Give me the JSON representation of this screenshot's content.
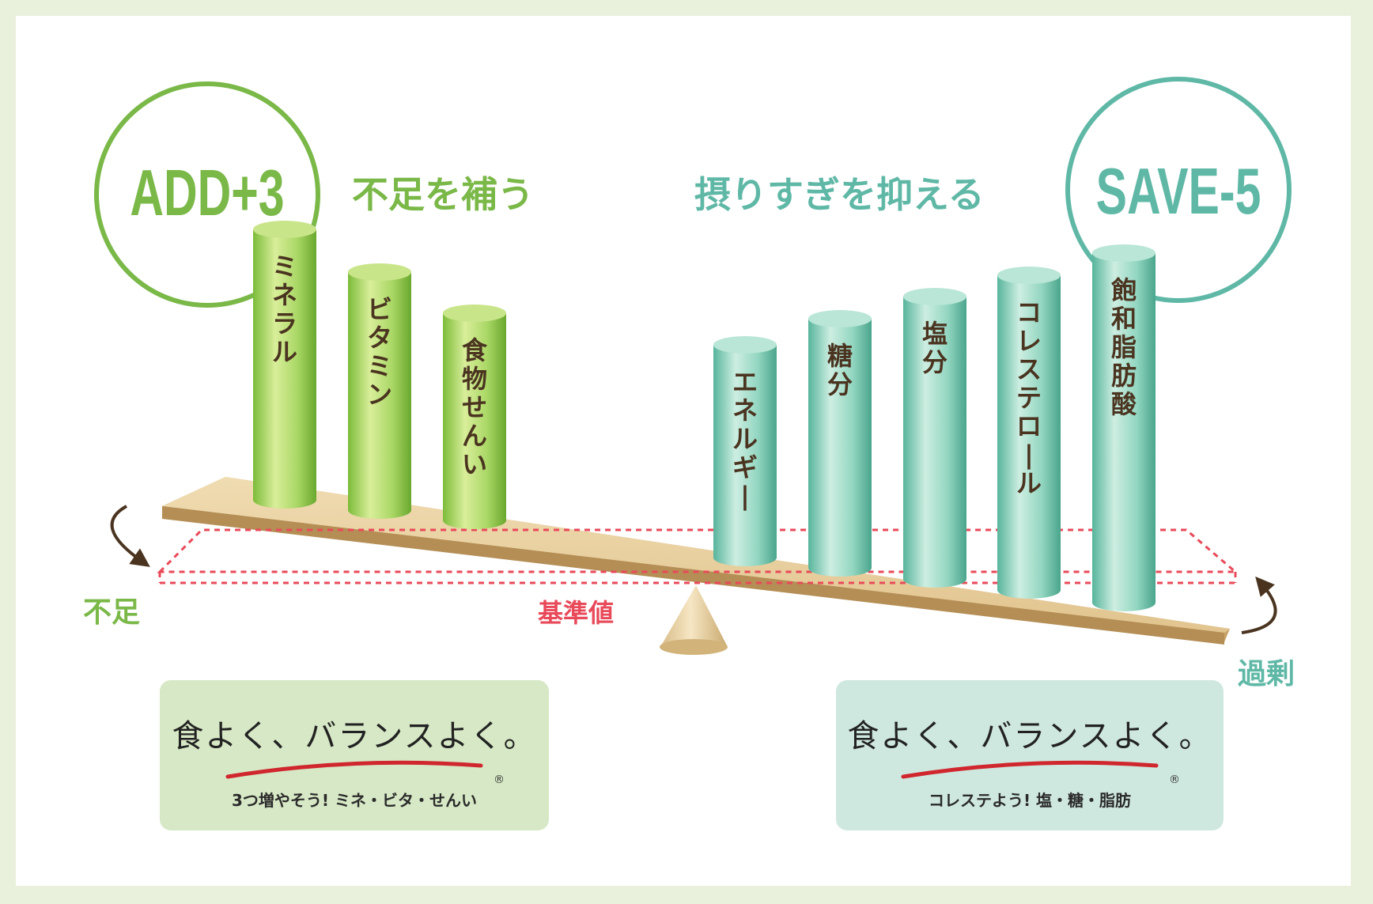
{
  "add_badge": {
    "label": "ADD+3",
    "caption": "不足を補う",
    "color": "#7ab848"
  },
  "save_badge": {
    "label": "SAVE-5",
    "caption": "摂りすぎを抑える",
    "color": "#5fb8a6"
  },
  "nutrients_add": [
    {
      "label": "ミネラル"
    },
    {
      "label": "ビタミン"
    },
    {
      "label": "食物せんい"
    }
  ],
  "nutrients_save": [
    {
      "label": "エネルギー"
    },
    {
      "label": "糖分"
    },
    {
      "label": "塩分"
    },
    {
      "label": "コレステロール"
    },
    {
      "label": "飽和脂肪酸"
    }
  ],
  "scale": {
    "shortage_label": "不足",
    "baseline_label": "基準値",
    "excess_label": "過剰"
  },
  "slogans": {
    "left": {
      "title": "食よく、バランスよく。",
      "mark": "®",
      "sub": "3つ増やそう! ミネ・ビタ・せんい"
    },
    "right": {
      "title": "食よく、バランスよく。",
      "mark": "®",
      "sub": "コレステよう! 塩・糖・脂肪"
    }
  },
  "colors": {
    "green": "#7ab848",
    "teal": "#5fb8a6",
    "red_dashed": "#e84a5a",
    "board": "#e3c99a",
    "text_brown": "#4a3420"
  }
}
